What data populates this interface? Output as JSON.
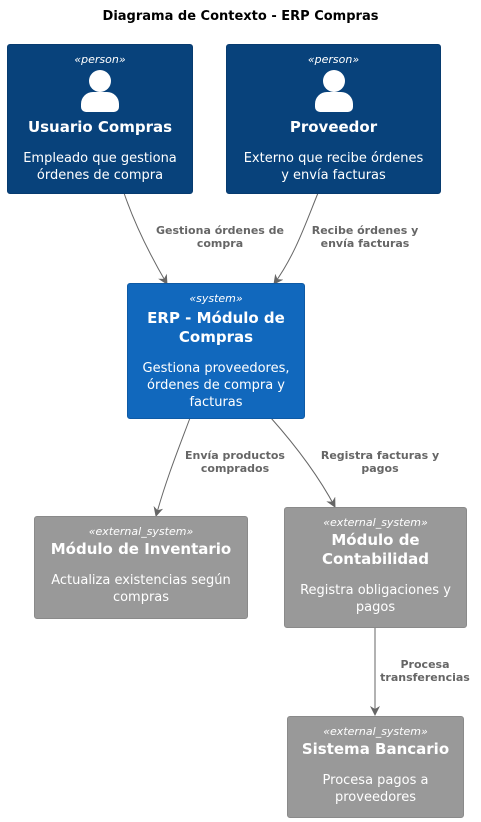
{
  "title": "Diagrama de Contexto - ERP Compras",
  "nodes": {
    "usuario": {
      "stereotype": "«person»",
      "name": "Usuario Compras",
      "desc1": "Empleado que gestiona",
      "desc2": "órdenes de compra"
    },
    "proveedor": {
      "stereotype": "«person»",
      "name": "Proveedor",
      "desc1": "Externo que recibe órdenes",
      "desc2": "y envía facturas"
    },
    "erp": {
      "stereotype": "«system»",
      "name1": "ERP - Módulo de",
      "name2": "Compras",
      "desc1": "Gestiona proveedores,",
      "desc2": "órdenes de compra y",
      "desc3": "facturas"
    },
    "inventario": {
      "stereotype": "«external_system»",
      "name": "Módulo de Inventario",
      "desc1": "Actualiza existencias según",
      "desc2": "compras"
    },
    "contabilidad": {
      "stereotype": "«external_system»",
      "name1": "Módulo de",
      "name2": "Contabilidad",
      "desc1": "Registra obligaciones y",
      "desc2": "pagos"
    },
    "bancario": {
      "stereotype": "«external_system»",
      "name": "Sistema Bancario",
      "desc1": "Procesa pagos a",
      "desc2": "proveedores"
    }
  },
  "edges": {
    "usuario_erp": {
      "line1": "Gestiona órdenes de",
      "line2": "compra"
    },
    "proveedor_erp": {
      "line1": "Recibe órdenes y",
      "line2": "envía facturas"
    },
    "erp_inventario": {
      "line1": "Envía productos",
      "line2": "comprados"
    },
    "erp_contabilidad": {
      "line1": "Registra facturas y",
      "line2": "pagos"
    },
    "contabilidad_bancario": {
      "line1": "Procesa",
      "line2": "transferencias"
    }
  },
  "colors": {
    "person": "#08427b",
    "system": "#1168bd",
    "external": "#999999",
    "edge": "#666666"
  }
}
